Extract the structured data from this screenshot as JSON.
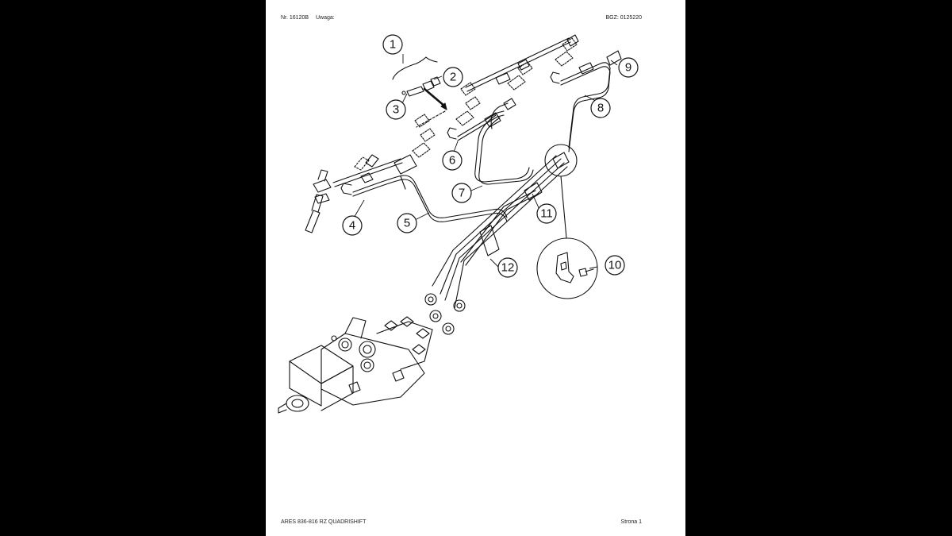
{
  "header": {
    "doc_number": "Nr. 16120B",
    "note_label": "Uwaga:",
    "bgz": "BGZ: 0125220"
  },
  "footer": {
    "model": "ARES 836-816 RZ QUADRISHIFT",
    "page": "Strona 1"
  },
  "callouts": [
    "1",
    "2",
    "3",
    "4",
    "5",
    "6",
    "7",
    "8",
    "9",
    "10",
    "11",
    "12"
  ],
  "colors": {
    "background": "#000000",
    "page": "#ffffff",
    "line": "#111111"
  }
}
